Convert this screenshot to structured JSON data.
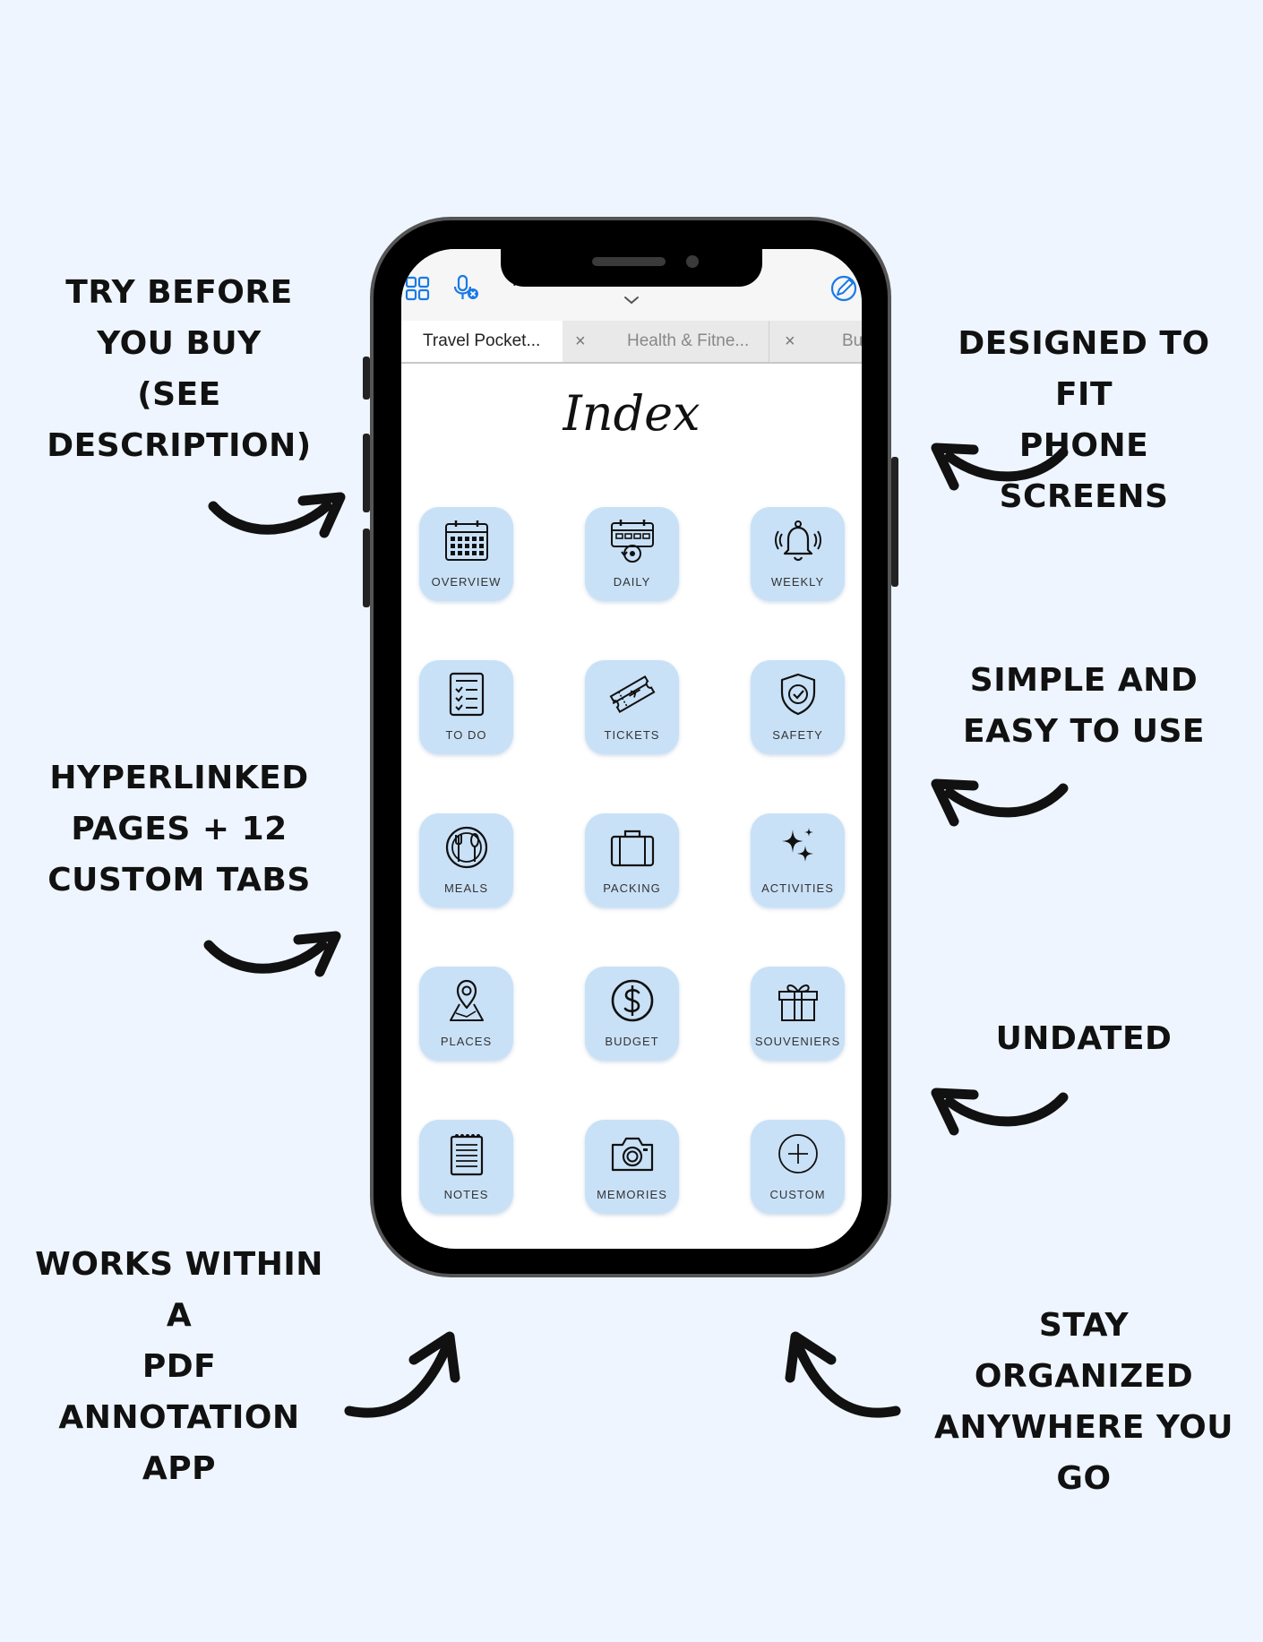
{
  "captions": {
    "try_before": "TRY BEFORE\nYOU BUY\n(SEE\nDESCRIPTION)",
    "hyperlinked": "HYPERLINKED\nPAGES + 12\nCUSTOM TABS",
    "works_within": "WORKS WITHIN A\nPDF\nANNOTATION\nAPP",
    "designed": "DESIGNED TO FIT\nPHONE SCREENS",
    "simple": "SIMPLE AND\nEASY TO USE",
    "undated": "UNDATED",
    "stay": "STAY\nORGANIZED\nANYWHERE YOU\nGO"
  },
  "app": {
    "title": "Travel Pocket Planner",
    "tabs": [
      {
        "label": "Travel Pocket...",
        "active": true
      },
      {
        "label": "Health & Fitne...",
        "active": false
      },
      {
        "label": "Bu",
        "active": false
      }
    ],
    "close_glyph": "×"
  },
  "page": {
    "title": "Index",
    "tiles": [
      {
        "label": "OVERVIEW",
        "icon": "calendar-grid-icon"
      },
      {
        "label": "DAILY",
        "icon": "daily-calendar-icon"
      },
      {
        "label": "WEEKLY",
        "icon": "bell-icon"
      },
      {
        "label": "TO DO",
        "icon": "checklist-icon"
      },
      {
        "label": "TICKETS",
        "icon": "ticket-icon"
      },
      {
        "label": "SAFETY",
        "icon": "shield-check-icon"
      },
      {
        "label": "MEALS",
        "icon": "plate-cutlery-icon"
      },
      {
        "label": "PACKING",
        "icon": "suitcase-icon"
      },
      {
        "label": "ACTIVITIES",
        "icon": "sparkles-icon"
      },
      {
        "label": "PLACES",
        "icon": "map-pin-icon"
      },
      {
        "label": "BUDGET",
        "icon": "dollar-coin-icon"
      },
      {
        "label": "SOUVENIERS",
        "icon": "gift-icon"
      },
      {
        "label": "NOTES",
        "icon": "notepad-icon"
      },
      {
        "label": "MEMORIES",
        "icon": "camera-icon"
      },
      {
        "label": "CUSTOM",
        "icon": "plus-circle-icon"
      }
    ]
  },
  "colors": {
    "background": "#eef5fe",
    "tile": "#c9e1f7",
    "accent": "#1a7ae6"
  }
}
